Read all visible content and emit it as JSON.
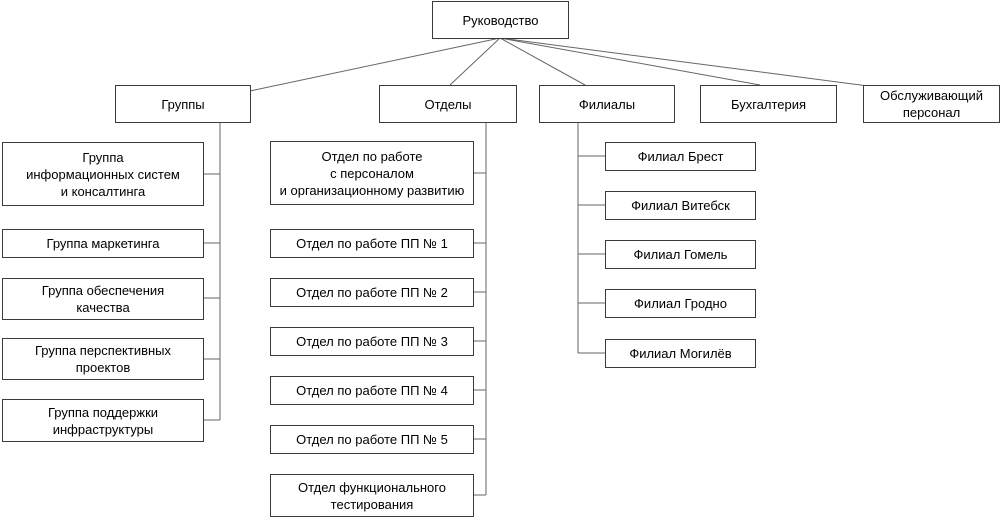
{
  "root": {
    "label": "Руководство"
  },
  "top_level": {
    "groups": "Группы",
    "departments": "Отделы",
    "branches": "Филиалы",
    "accounting": "Бухгалтерия",
    "service_staff": "Обслуживающий\nперсонал"
  },
  "groups": [
    "Группа\nинформационных систем\nи консалтинга",
    "Группа маркетинга",
    "Группа обеспечения\nкачества",
    "Группа перспективных\nпроектов",
    "Группа поддержки\nинфраструктуры"
  ],
  "departments": [
    "Отдел по работе\nс персоналом\nи организационному развитию",
    "Отдел по работе ПП № 1",
    "Отдел по работе ПП № 2",
    "Отдел по работе ПП № 3",
    "Отдел по работе ПП № 4",
    "Отдел по работе ПП № 5",
    "Отдел функционального\nтестирования"
  ],
  "branches": [
    "Филиал Брест",
    "Филиал Витебск",
    "Филиал Гомель",
    "Филиал Гродно",
    "Филиал Могилёв"
  ]
}
